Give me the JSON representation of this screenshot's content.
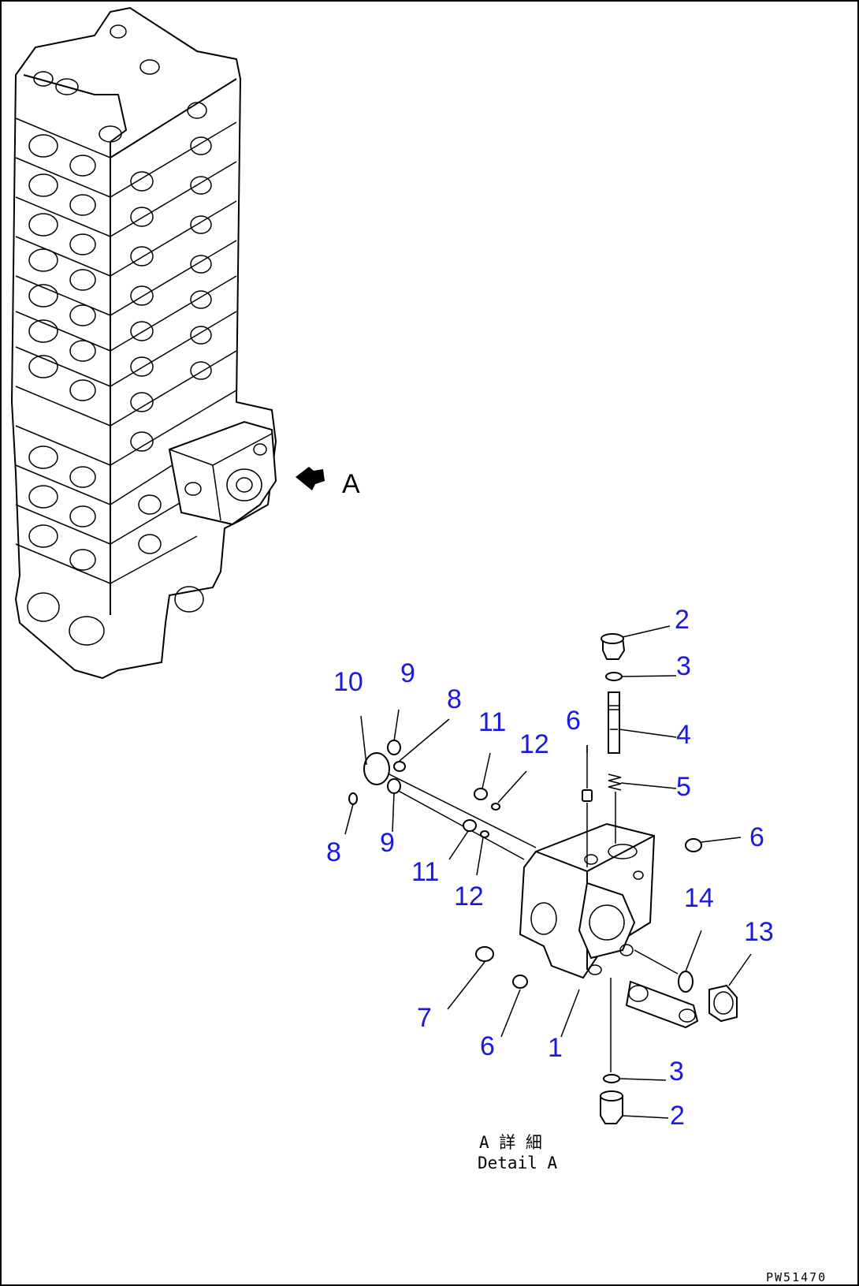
{
  "diagram": {
    "view_marker": "A",
    "caption_jp": "A 詳 細",
    "caption_en": "Detail A",
    "page_id": "PW51470",
    "callouts": [
      {
        "id": "c2a",
        "label": "2"
      },
      {
        "id": "c3a",
        "label": "3"
      },
      {
        "id": "c4",
        "label": "4"
      },
      {
        "id": "c5",
        "label": "5"
      },
      {
        "id": "c6a",
        "label": "6"
      },
      {
        "id": "c6b",
        "label": "6"
      },
      {
        "id": "c6c",
        "label": "6"
      },
      {
        "id": "c7",
        "label": "7"
      },
      {
        "id": "c1",
        "label": "1"
      },
      {
        "id": "c3b",
        "label": "3"
      },
      {
        "id": "c2b",
        "label": "2"
      },
      {
        "id": "c10",
        "label": "10"
      },
      {
        "id": "c9a",
        "label": "9"
      },
      {
        "id": "c8a",
        "label": "8"
      },
      {
        "id": "c11a",
        "label": "11"
      },
      {
        "id": "c12a",
        "label": "12"
      },
      {
        "id": "c8b",
        "label": "8"
      },
      {
        "id": "c9b",
        "label": "9"
      },
      {
        "id": "c11b",
        "label": "11"
      },
      {
        "id": "c12b",
        "label": "12"
      },
      {
        "id": "c14",
        "label": "14"
      },
      {
        "id": "c13",
        "label": "13"
      }
    ],
    "callout_color": "#1a1adc"
  }
}
